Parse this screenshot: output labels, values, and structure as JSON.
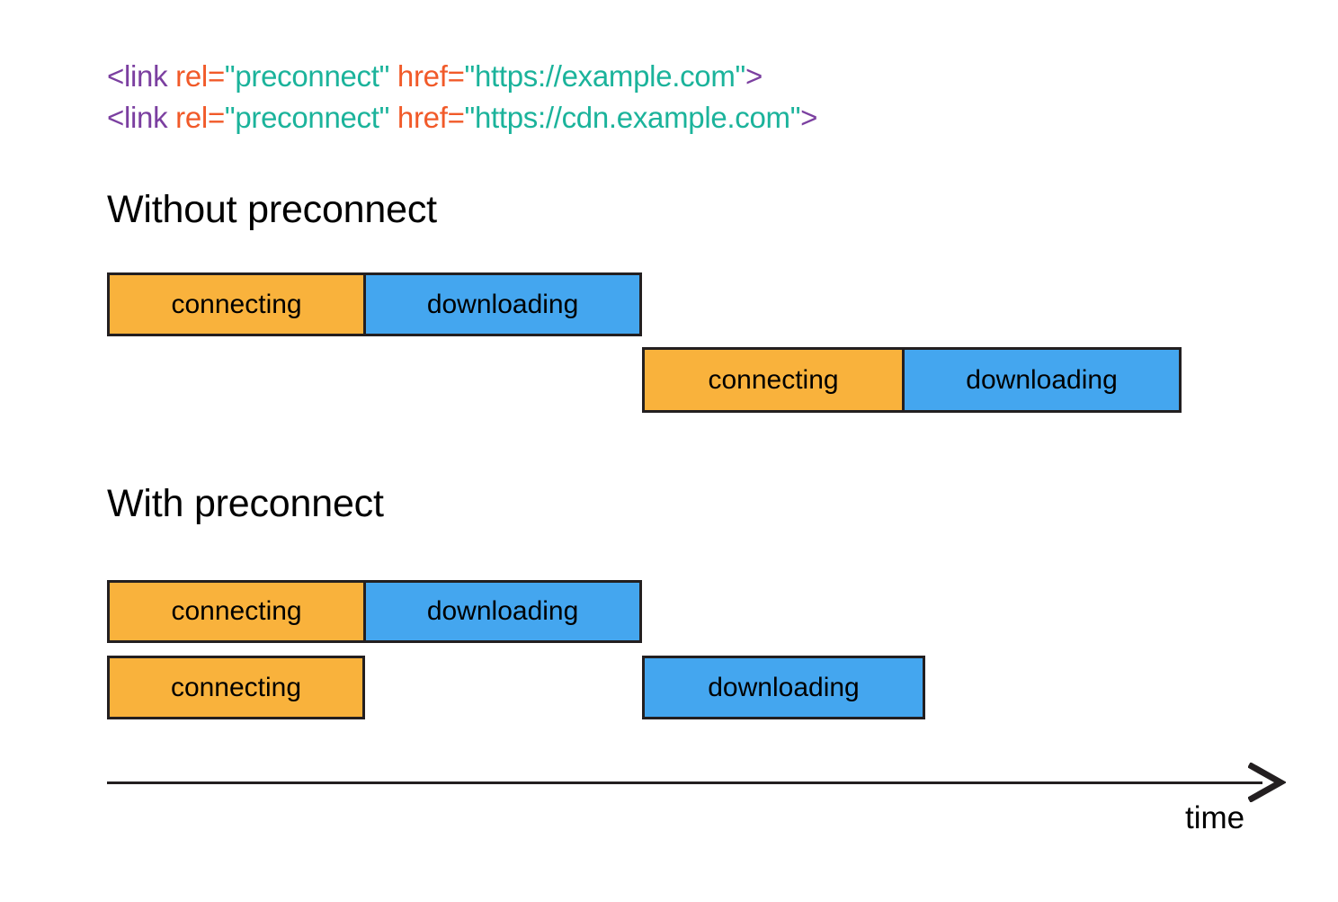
{
  "code": {
    "lines": [
      {
        "tag_open": "<link",
        "attr1": " rel=",
        "value1": "\"preconnect\"",
        "attr2": " href=",
        "value2": "\"https://example.com\"",
        "tag_close": ">"
      },
      {
        "tag_open": "<link",
        "attr1": " rel=",
        "value1": "\"preconnect\"",
        "attr2": " href=",
        "value2": "\"https://cdn.example.com\"",
        "tag_close": ">"
      }
    ]
  },
  "sections": {
    "without": {
      "heading": "Without preconnect"
    },
    "with": {
      "heading": "With preconnect"
    }
  },
  "labels": {
    "connecting": "connecting",
    "downloading": "downloading"
  },
  "axis": {
    "label": "time"
  },
  "colors": {
    "connecting": "#F9B23C",
    "downloading": "#44A6EF",
    "stroke": "#231f20",
    "code_tag": "#7B3FA0",
    "code_attr": "#F15A29",
    "code_value": "#1BB39B"
  },
  "chart_data": {
    "type": "bar",
    "title": "Preconnect resource timing comparison",
    "xlabel": "time",
    "ylabel": "",
    "grid": false,
    "legend": [
      "connecting",
      "downloading"
    ],
    "groups": [
      {
        "name": "Without preconnect",
        "requests": [
          {
            "row": 1,
            "segments": [
              {
                "label": "connecting",
                "start": 0,
                "end": 285
              },
              {
                "label": "downloading",
                "start": 285,
                "end": 595
              }
            ]
          },
          {
            "row": 2,
            "segments": [
              {
                "label": "connecting",
                "start": 595,
                "end": 884
              },
              {
                "label": "downloading",
                "start": 884,
                "end": 1195
              }
            ]
          }
        ]
      },
      {
        "name": "With preconnect",
        "requests": [
          {
            "row": 3,
            "segments": [
              {
                "label": "connecting",
                "start": 0,
                "end": 285
              },
              {
                "label": "downloading",
                "start": 285,
                "end": 595
              }
            ]
          },
          {
            "row": 4,
            "segments": [
              {
                "label": "connecting",
                "start": 0,
                "end": 287
              },
              {
                "label": "downloading",
                "start": 595,
                "end": 910
              }
            ]
          }
        ]
      }
    ]
  }
}
